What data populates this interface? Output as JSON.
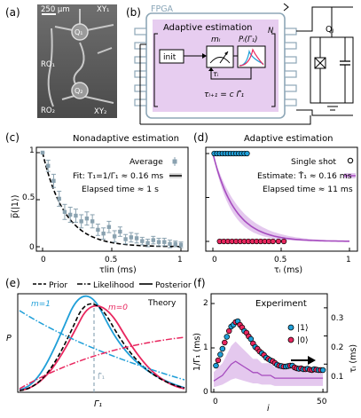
{
  "panels": {
    "a": {
      "label": "(a)",
      "scale": "250 µm",
      "qubit1": "Q₁",
      "qubit2": "Q₂",
      "ro1": "RO₁",
      "ro2": "RO₂",
      "xy1": "XY₁",
      "xy2": "XY₂"
    },
    "b": {
      "label": "(b)",
      "fpga": "FPGA",
      "adaptive_title": "Adaptive estimation",
      "n_label": "N",
      "init": "init",
      "m_label": "mᵢ",
      "p_label": "Pᵢ(Γ₁)",
      "tau_label": "τᵢ",
      "update_rule": "τᵢ₊₁ = c Γ̂₁",
      "qubit": "Qⱼ"
    },
    "c": {
      "label": "(c)",
      "title": "Nonadaptive estimation",
      "legend_average": "Average",
      "legend_fit": "Fit: T₁=1/Γ₁ ≈ 0.16 ms",
      "elapsed": "Elapsed time ≈ 1 s",
      "xlabel": "τlin (ms)",
      "ylabel": "p̅(|1⟩)",
      "xticks": [
        "0",
        "0.5",
        "1"
      ],
      "yticks": [
        "0",
        "0.5",
        "1"
      ]
    },
    "d": {
      "label": "(d)",
      "title": "Adaptive estimation",
      "legend_single": "Single shot",
      "legend_estimate": "Estimate: T̂₁ ≈ 0.16 ms",
      "elapsed": "Elapsed time ≈ 11 ms",
      "xlabel": "τᵢ (ms)",
      "xticks": [
        "0",
        "0.5",
        "1"
      ]
    },
    "e": {
      "label": "(e)",
      "legend_prior": "Prior",
      "legend_likelihood": "Likelihood",
      "legend_posterior": "Posterior",
      "theory": "Theory",
      "m1": "m=1",
      "m0": "m=0",
      "gamma_hat": "Γ̂₁",
      "xlabel": "Γ₁",
      "ylabel": "P"
    },
    "f": {
      "label": "(f)",
      "title": "Experiment",
      "legend_1": "|1⟩",
      "legend_0": "|0⟩",
      "xlabel": "i",
      "ylabel_left": "1/Γ₁ (ms)",
      "ylabel_right": "τᵢ (ms)",
      "xticks": [
        "0",
        "50"
      ],
      "yticks_left": [
        "0",
        "1",
        "2"
      ],
      "yticks_right": [
        "0.1",
        "0.2",
        "0.3"
      ]
    }
  },
  "colors": {
    "accent_blue": "#1f9fd8",
    "accent_red": "#e8265e",
    "accent_purple": "#a64cbf",
    "purple_band": "#e4c8ee",
    "fpga_fill": "#e7cdf0",
    "data_gray": "#8aa2b0"
  },
  "chart_data": [
    {
      "panel": "c",
      "type": "scatter",
      "title": "Nonadaptive estimation",
      "xlabel": "τlin (ms)",
      "ylabel": "p̅(|1⟩)",
      "xlim": [
        0,
        1.05
      ],
      "ylim": [
        0,
        1.05
      ],
      "series": [
        {
          "name": "Average",
          "x": [
            0.0,
            0.04,
            0.08,
            0.12,
            0.16,
            0.2,
            0.24,
            0.28,
            0.32,
            0.36,
            0.4,
            0.44,
            0.48,
            0.52,
            0.56,
            0.6,
            0.64,
            0.68,
            0.72,
            0.76,
            0.8,
            0.84,
            0.88,
            0.92,
            0.96,
            1.0
          ],
          "y": [
            1.0,
            0.86,
            0.7,
            0.51,
            0.37,
            0.34,
            0.33,
            0.27,
            0.3,
            0.27,
            0.18,
            0.14,
            0.21,
            0.11,
            0.16,
            0.08,
            0.1,
            0.09,
            0.06,
            0.04,
            0.07,
            0.05,
            0.05,
            0.03,
            0.03,
            0.02
          ],
          "err": [
            0.0,
            0.06,
            0.07,
            0.08,
            0.08,
            0.08,
            0.07,
            0.07,
            0.07,
            0.07,
            0.06,
            0.06,
            0.06,
            0.06,
            0.05,
            0.05,
            0.05,
            0.05,
            0.04,
            0.04,
            0.04,
            0.04,
            0.04,
            0.04,
            0.03,
            0.03
          ]
        },
        {
          "name": "Fit: T₁=1/Γ₁ ≈ 0.16 ms",
          "T1_ms": 0.16
        }
      ]
    },
    {
      "panel": "d",
      "type": "scatter",
      "title": "Adaptive estimation",
      "xlabel": "τᵢ (ms)",
      "xlim": [
        0,
        1.05
      ],
      "ylim": [
        0,
        1.05
      ],
      "series": [
        {
          "name": "Single shot |1⟩",
          "y": 1,
          "x": [
            0.01,
            0.03,
            0.05,
            0.07,
            0.09,
            0.11,
            0.13,
            0.15,
            0.17,
            0.19,
            0.21,
            0.23,
            0.25
          ]
        },
        {
          "name": "Single shot |0⟩",
          "y": 0,
          "x": [
            0.05,
            0.08,
            0.11,
            0.14,
            0.17,
            0.2,
            0.23,
            0.26,
            0.29,
            0.32,
            0.35,
            0.38,
            0.41,
            0.44,
            0.48,
            0.52
          ]
        },
        {
          "name": "Estimate: T̂₁ ≈ 0.16 ms",
          "T1_ms": 0.16,
          "band_T1_ms": [
            0.13,
            0.2
          ]
        }
      ]
    },
    {
      "panel": "e",
      "type": "line",
      "xlabel": "Γ₁",
      "ylabel": "P",
      "series": [
        {
          "name": "Prior",
          "style": "dashed"
        },
        {
          "name": "Likelihood m=1",
          "style": "dashdot"
        },
        {
          "name": "Likelihood m=0",
          "style": "dashdot"
        },
        {
          "name": "Posterior m=1",
          "style": "solid"
        },
        {
          "name": "Posterior m=0",
          "style": "solid"
        }
      ]
    },
    {
      "panel": "f",
      "type": "scatter",
      "title": "Experiment",
      "xlabel": "i",
      "ylabel": "1/Γ₁ (ms)",
      "ylabel_right": "τᵢ (ms)",
      "xlim": [
        0,
        52
      ],
      "ylim": [
        0,
        2.1
      ],
      "ylim_right": [
        0.0,
        0.35
      ],
      "series": [
        {
          "name": "1/Γ₁",
          "x": [
            1,
            2,
            3,
            4,
            5,
            6,
            7,
            8,
            9,
            10,
            11,
            12,
            13,
            14,
            15,
            16,
            17,
            18,
            19,
            20,
            21,
            22,
            23,
            24,
            25,
            26,
            27,
            28,
            29,
            30,
            31,
            32,
            33,
            34,
            35,
            36,
            37,
            38,
            39,
            40,
            41,
            42,
            43,
            44,
            45,
            46,
            47,
            48,
            49,
            50
          ],
          "y": [
            0.6,
            0.72,
            0.85,
            0.98,
            1.12,
            1.25,
            1.38,
            1.48,
            1.52,
            1.58,
            1.6,
            1.52,
            1.46,
            1.38,
            1.34,
            1.26,
            1.2,
            1.1,
            1.02,
            0.98,
            0.92,
            0.88,
            0.84,
            0.78,
            0.75,
            0.72,
            0.7,
            0.66,
            0.62,
            0.6,
            0.59,
            0.58,
            0.58,
            0.59,
            0.6,
            0.6,
            0.56,
            0.54,
            0.53,
            0.54,
            0.52,
            0.52,
            0.53,
            0.51,
            0.5,
            0.52,
            0.51,
            0.5,
            0.5,
            0.5
          ],
          "outcome": [
            1,
            0,
            1,
            1,
            0,
            1,
            0,
            1,
            1,
            0,
            1,
            0,
            0,
            1,
            0,
            0,
            1,
            0,
            1,
            0,
            0,
            1,
            0,
            1,
            0,
            1,
            0,
            0,
            1,
            0,
            1,
            0,
            1,
            1,
            0,
            1,
            0,
            0,
            1,
            0,
            1,
            0,
            1,
            0,
            0,
            1,
            0,
            1,
            0,
            1
          ]
        },
        {
          "name": "τᵢ",
          "axis": "right",
          "x": [
            0,
            2,
            4,
            6,
            8,
            10,
            12,
            14,
            16,
            18,
            20,
            22,
            24,
            26,
            28,
            30,
            32,
            34,
            36,
            38,
            40,
            42,
            44,
            46,
            48,
            50
          ],
          "y": [
            0.04,
            0.05,
            0.06,
            0.08,
            0.1,
            0.11,
            0.1,
            0.09,
            0.08,
            0.07,
            0.07,
            0.06,
            0.06,
            0.06,
            0.05,
            0.05,
            0.05,
            0.05,
            0.05,
            0.05,
            0.05,
            0.05,
            0.05,
            0.05,
            0.05,
            0.05
          ]
        }
      ]
    }
  ]
}
